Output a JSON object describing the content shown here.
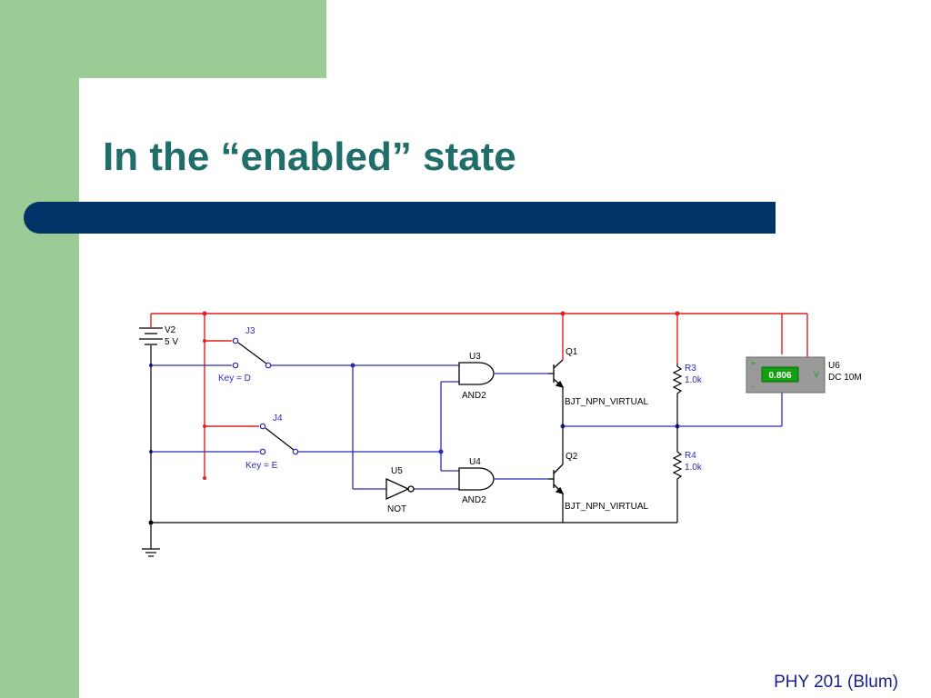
{
  "slide": {
    "title": "In the “enabled” state",
    "footer": "PHY 201 (Blum)"
  },
  "colors": {
    "green": "#9ccc96",
    "bar": "#003366",
    "title": "#1f6e6a",
    "wire_red": "#e02020",
    "wire_blue": "#2a2ab8",
    "wire_black": "#000000",
    "meter_body": "#9a9a9a",
    "meter_screen": "#10a010"
  },
  "circuit": {
    "source": {
      "name": "V2",
      "value": "5 V"
    },
    "switch_d": {
      "name": "J3",
      "key": "Key = D"
    },
    "switch_e": {
      "name": "J4",
      "key": "Key = E"
    },
    "gate_and_top": {
      "name": "U3",
      "type": "AND2"
    },
    "gate_and_bottom": {
      "name": "U4",
      "type": "AND2"
    },
    "gate_not": {
      "name": "U5",
      "type": "NOT"
    },
    "transistor_top": {
      "name": "Q1",
      "model": "BJT_NPN_VIRTUAL"
    },
    "transistor_bottom": {
      "name": "Q2",
      "model": "BJT_NPN_VIRTUAL"
    },
    "resistor_top": {
      "name": "R3",
      "value": "1.0k"
    },
    "resistor_bottom": {
      "name": "R4",
      "value": "1.0k"
    },
    "meter": {
      "name": "U6",
      "mode": "DC  10M",
      "reading": "0.806",
      "plus": "+",
      "minus": "-",
      "unit": "V"
    }
  }
}
